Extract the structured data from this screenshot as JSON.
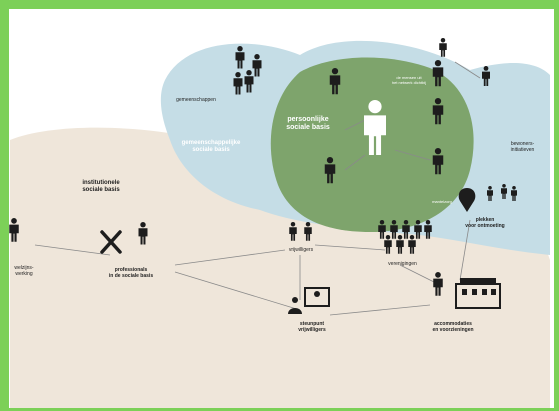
{
  "labels": {
    "persoonlijke": "persoonlijke\nsociale basis",
    "gemeenschappelijke": "gemeenschappelijke\nsociale basis",
    "gemeenschappen": "gemeenschappen",
    "institutionele": "institutionele\nsociale basis",
    "bewoners": "bewoners-\ninitiatieven",
    "professionals": "professionals\nin de sociale basis",
    "vrijwilligers": "vrijwilligers",
    "verenigingen": "verenigingen",
    "plekken": "plekken\nvoor ontmoeting",
    "steunpunt": "steunpunt\nvrijwilligers",
    "accommodaties": "accommodaties\nen voorzieningen",
    "mantelzorg": "mantelzorg",
    "left_person": "welzijns-\nwerking",
    "tiny_top": "de mensen uit\nhet netwerk dichtbij"
  },
  "colors": {
    "frame": "#7cd058",
    "outer_blob": "#efe6da",
    "community_blob": "#c5dde6",
    "personal_blob": "#7ea46c",
    "person": "#1d1d1d"
  },
  "icons": [
    "person-icon",
    "tools-icon",
    "location-pin-icon",
    "building-icon",
    "computer-user-icon"
  ]
}
